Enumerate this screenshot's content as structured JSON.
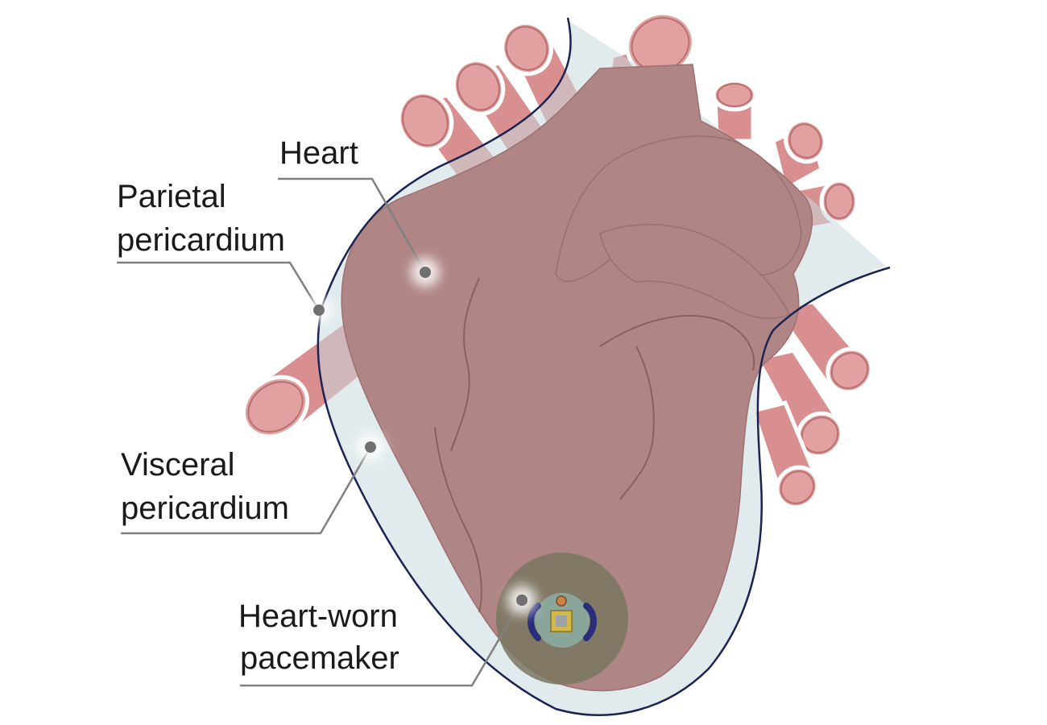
{
  "labels": {
    "heart": "Heart",
    "parietal_line1": "Parietal",
    "parietal_line2": "pericardium",
    "visceral_line1": "Visceral",
    "visceral_line2": "pericardium",
    "pacemaker_line1": "Heart-worn",
    "pacemaker_line2": "pacemaker"
  },
  "colors": {
    "heart": "#b08585",
    "vessels": "#d98f8f",
    "pericardium_sac": "#c9d8de",
    "parietal_outline": "#1b2450",
    "pacemaker_disc": "#7a7560",
    "leader_lines": "#808080"
  },
  "icons": {
    "pacemaker": "pacemaker-device-icon"
  }
}
